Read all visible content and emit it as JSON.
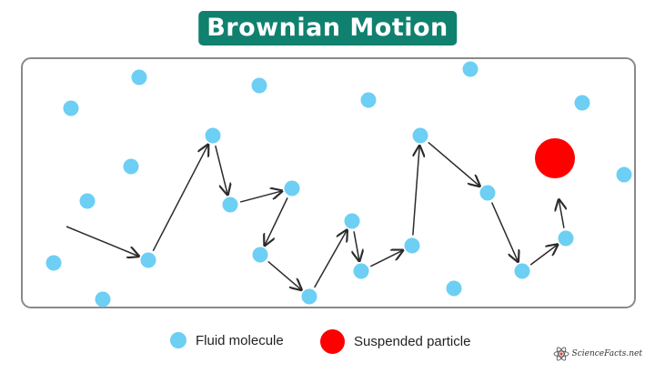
{
  "title": "Brownian Motion",
  "colors": {
    "title_bg": "#10806f",
    "fluid_molecule": "#6ccff3",
    "suspended_particle": "#ff0000",
    "arrow": "#2b2b2b",
    "container_border": "#8a8a8a"
  },
  "legend": {
    "fluid_molecule_label": "Fluid molecule",
    "suspended_particle_label": "Suspended particle"
  },
  "logo": {
    "text": "ScienceFacts.net"
  }
}
